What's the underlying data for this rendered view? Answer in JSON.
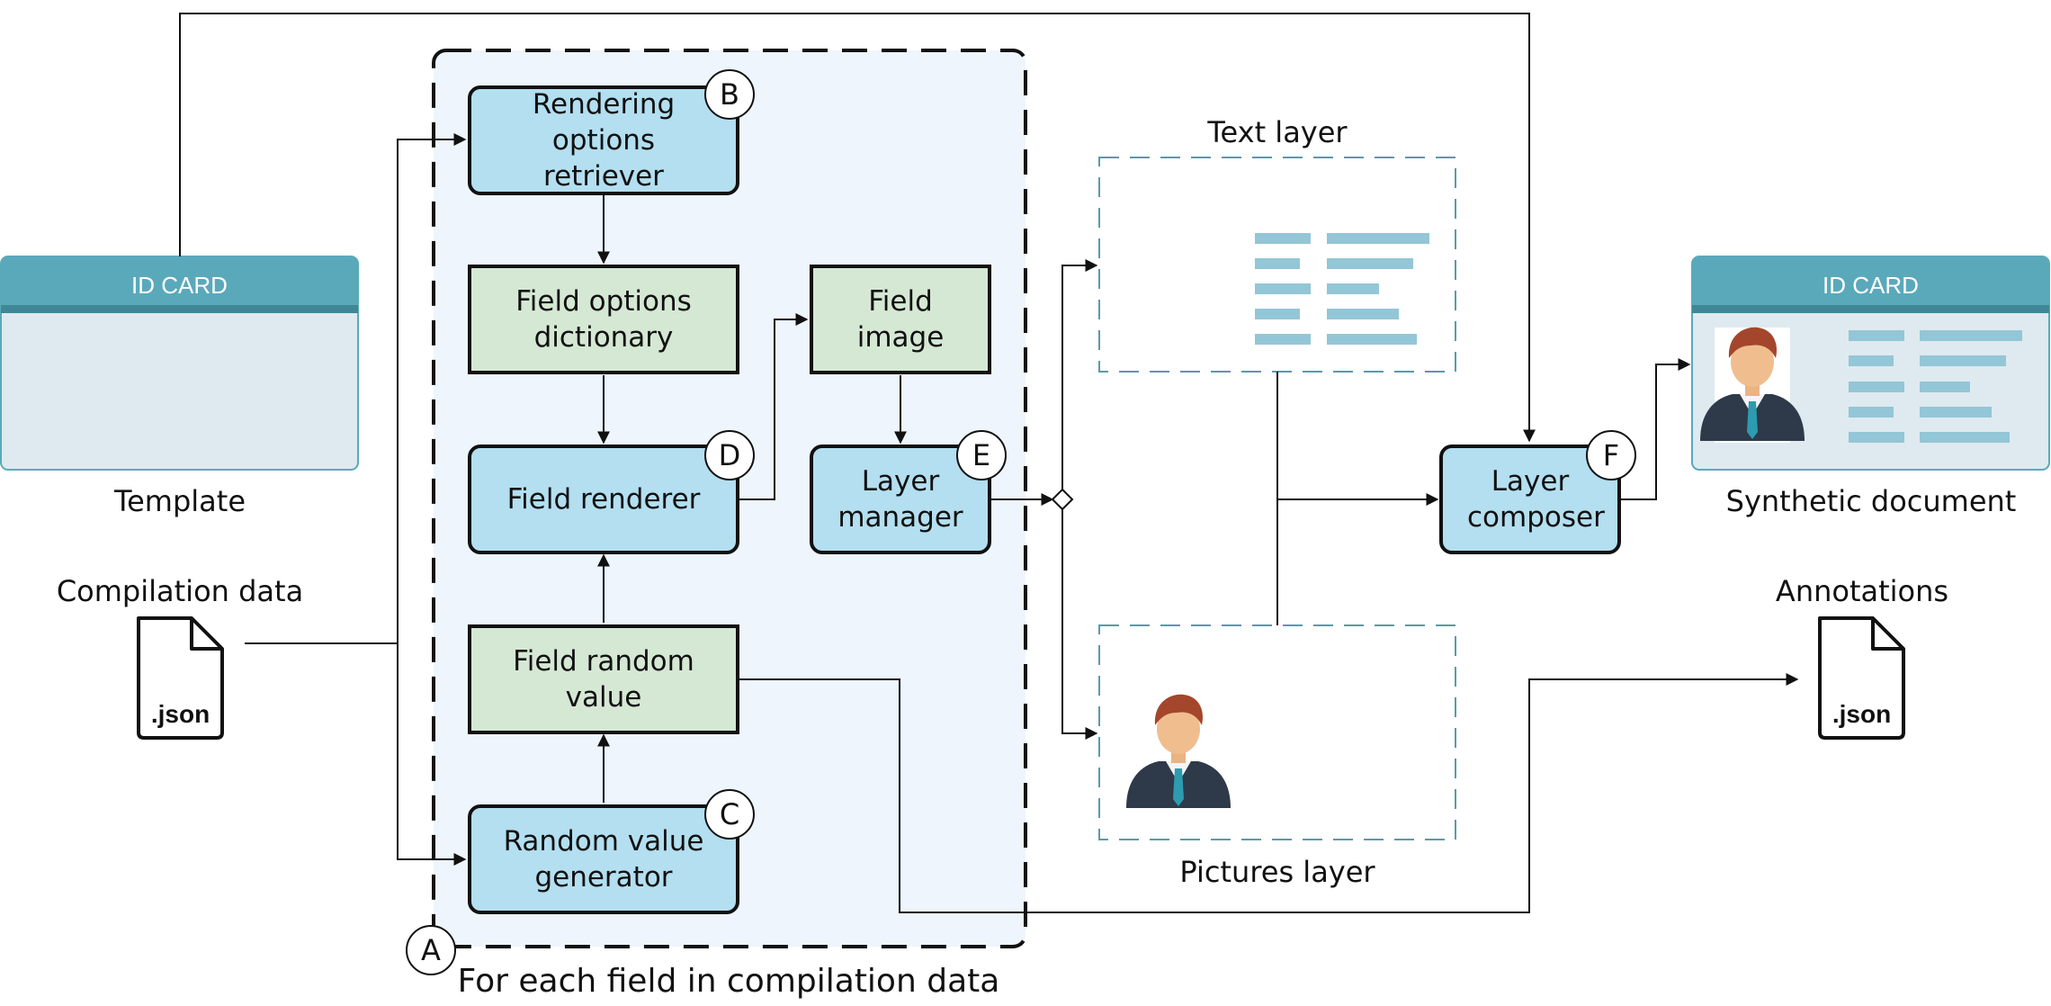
{
  "template": {
    "card_title": "ID CARD",
    "caption": "Template"
  },
  "compilation": {
    "caption": "Compilation data",
    "file_ext": ".json"
  },
  "loop": {
    "badge": "A",
    "caption": "For each field in compilation data"
  },
  "blocks": {
    "rendering_options_retriever": {
      "label": "Rendering options retriever",
      "badge": "B"
    },
    "field_options_dictionary": {
      "label": "Field options dictionary"
    },
    "field_image": {
      "label": "Field image"
    },
    "field_renderer": {
      "label": "Field renderer",
      "badge": "D"
    },
    "layer_manager": {
      "label": "Layer manager",
      "badge": "E"
    },
    "field_random_value": {
      "label": "Field random value"
    },
    "random_value_generator": {
      "label": "Random value generator",
      "badge": "C"
    },
    "layer_composer": {
      "label": "Layer composer",
      "badge": "F"
    }
  },
  "layers": {
    "text_layer": "Text layer",
    "pictures_layer": "Pictures layer"
  },
  "output": {
    "card_title": "ID CARD",
    "caption": "Synthetic document"
  },
  "annotations": {
    "caption": "Annotations",
    "file_ext": ".json"
  },
  "colors": {
    "process_fill": "#b3dff0",
    "data_fill": "#d5e8d4",
    "loop_fill": "#eef5fd",
    "card_header": "#5aa9bb",
    "card_body": "#deeaf0",
    "layer_border": "#5a9aaa",
    "text_lines": "#93c6d6"
  }
}
